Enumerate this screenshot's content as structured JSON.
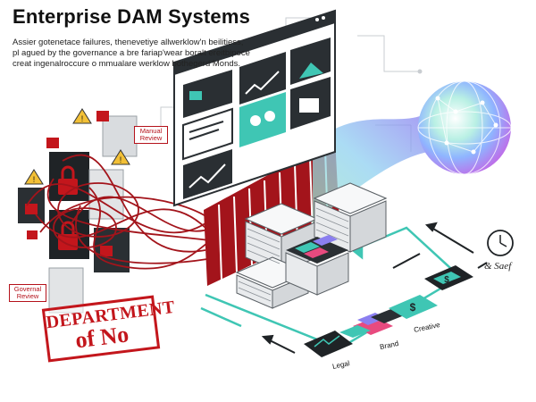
{
  "header": {
    "title": "Enterprise DAM Systems",
    "subtitle_lines": [
      "Assier gotenetace failures, thenevetiye allwerklow'n beilitiess,",
      "pl agued by the governance a bre fariap'wear boralt ereitbipoce",
      "creat ingenalroccure o mmualare werklow bothegerd Monds."
    ]
  },
  "left_tags": {
    "manual_review": "Manual Review",
    "general_review": "Governal Review"
  },
  "stamp": {
    "line1": "DEPARTMENT",
    "line2": "of No"
  },
  "pipeline": {
    "labels": [
      "Legal",
      "Brand",
      "Creative"
    ],
    "colors": {
      "teal": "#3fc6b4",
      "red": "#b5121b",
      "dark": "#1f2326"
    }
  },
  "clock": {
    "label": "& Saef"
  },
  "icons": [
    "warning-icon",
    "lock-icon",
    "chart-icon",
    "image-icon",
    "folder-icon",
    "users-icon",
    "dollar-icon",
    "clock-icon",
    "globe-icon"
  ]
}
